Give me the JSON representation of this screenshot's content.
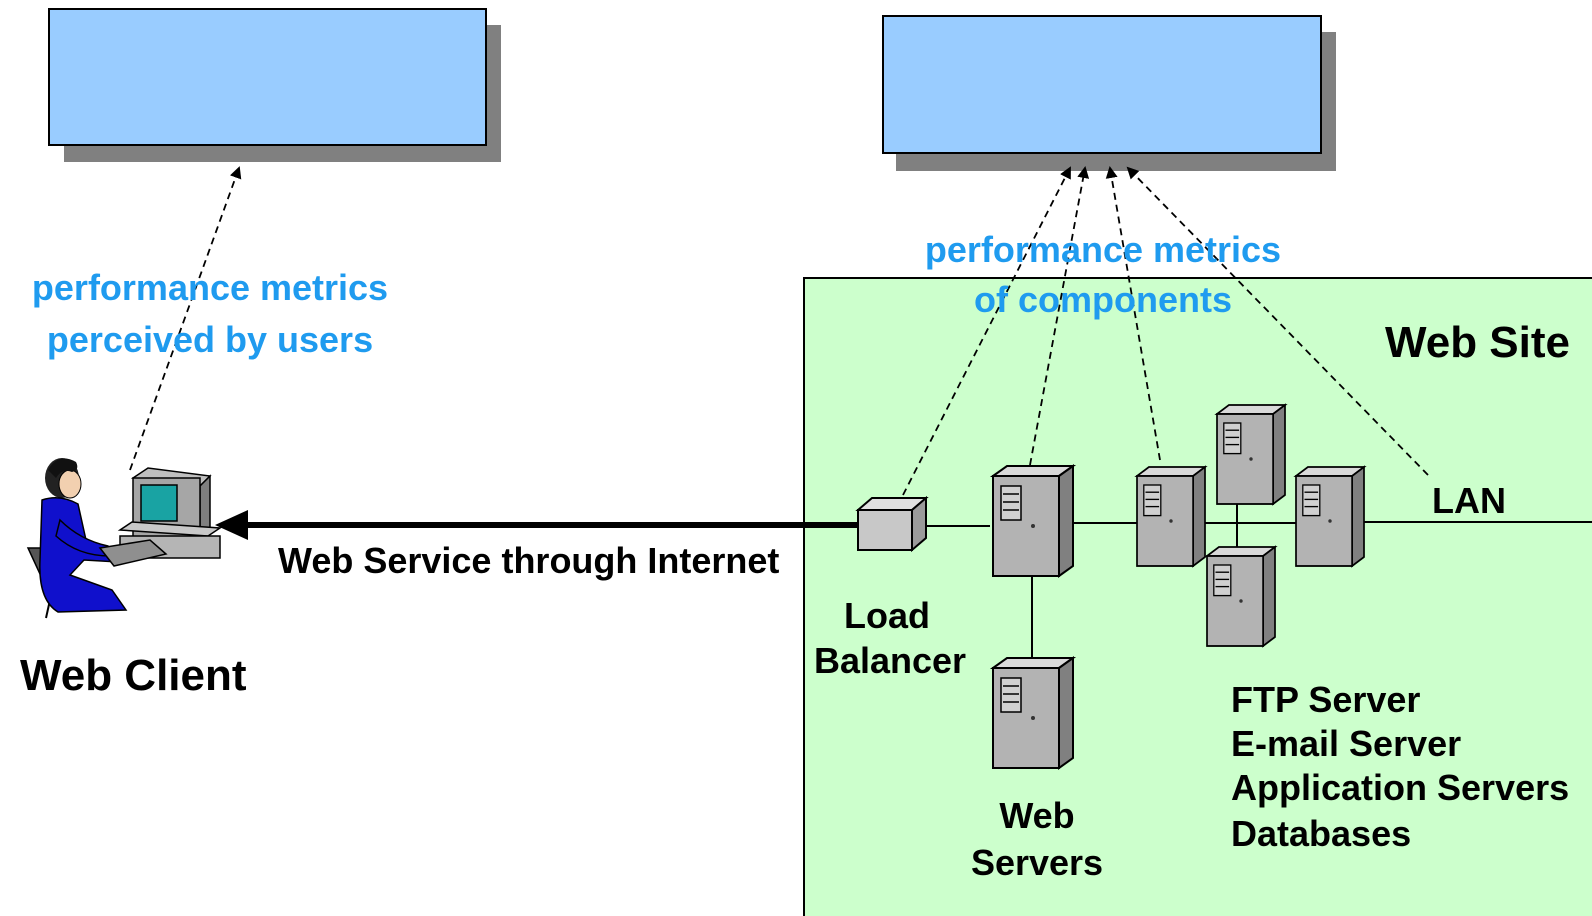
{
  "client": {
    "metrics_line1": "performance metrics",
    "metrics_line2": "perceived by users",
    "label": "Web Client"
  },
  "site": {
    "title": "Web Site",
    "metrics_line1": "performance metrics",
    "metrics_line2": "of components",
    "lan_label": "LAN",
    "load_balancer_line1": "Load",
    "load_balancer_line2": "Balancer",
    "web_servers_line1": "Web",
    "web_servers_line2": "Servers",
    "backend_servers": [
      "FTP Server",
      "E-mail Server",
      "Application Servers",
      "Databases"
    ]
  },
  "connection": {
    "label": "Web Service through Internet"
  },
  "colors": {
    "metrics_box_fill": "#99ccff",
    "site_fill": "#ccffcc",
    "metrics_text": "#1f9bef",
    "server_body": "#b3b3b3",
    "client_figure": "#1010cc"
  }
}
